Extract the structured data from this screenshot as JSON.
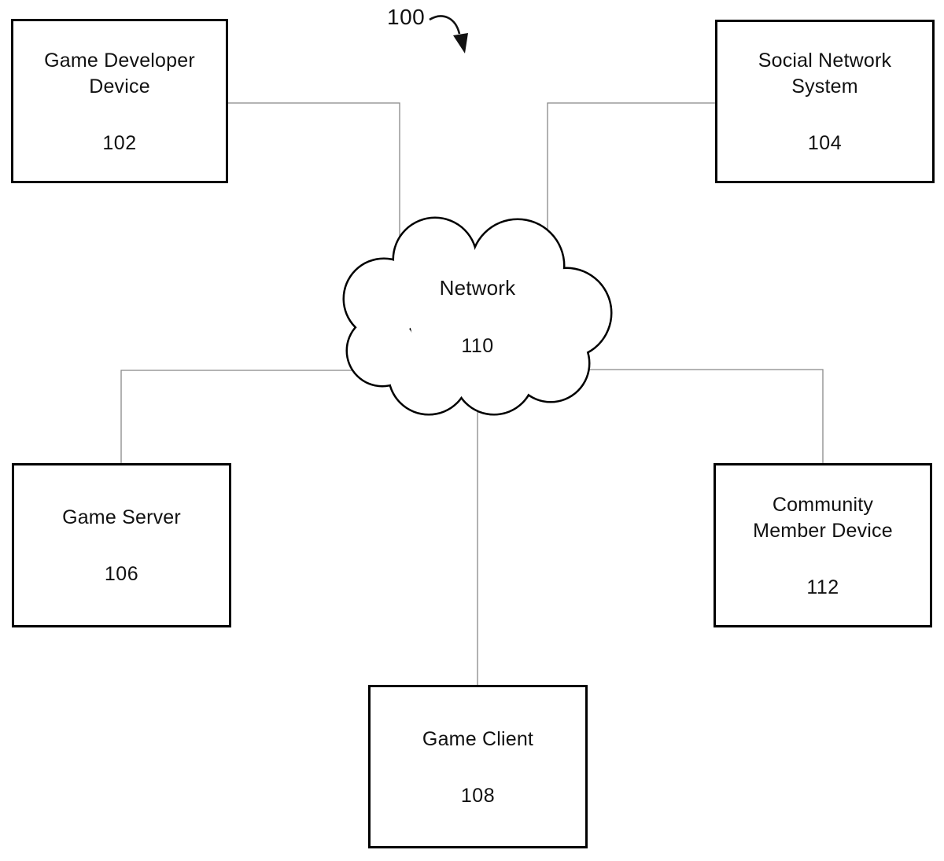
{
  "figure": {
    "reference_label": "100"
  },
  "nodes": {
    "game_developer": {
      "label": "Game Developer Device",
      "ref": "102"
    },
    "social_network": {
      "label": "Social Network System",
      "ref": "104"
    },
    "network": {
      "label": "Network",
      "ref": "110"
    },
    "game_server": {
      "label": "Game Server",
      "ref": "106"
    },
    "community_member": {
      "label": "Community Member Device",
      "ref": "112"
    },
    "game_client": {
      "label": "Game Client",
      "ref": "108"
    }
  },
  "colors": {
    "box_border": "#000000",
    "connector_line": "#888888",
    "cloud_outline": "#000000",
    "background": "#ffffff",
    "text": "#111111"
  }
}
